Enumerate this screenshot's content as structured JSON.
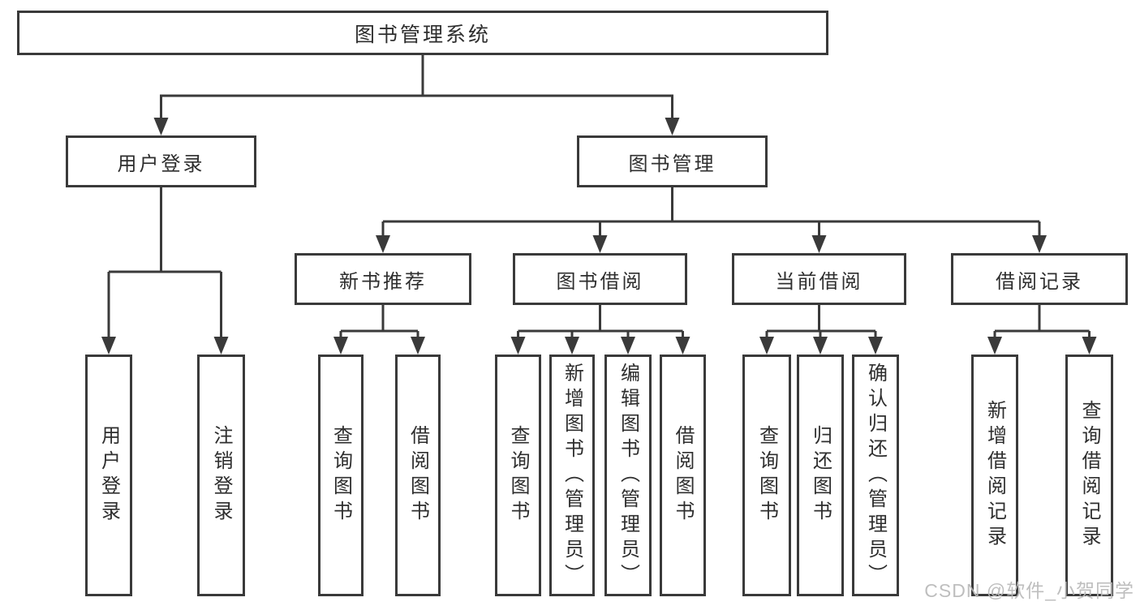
{
  "diagram": {
    "root": {
      "label": "图书管理系统"
    },
    "level2": [
      {
        "label": "用户登录"
      },
      {
        "label": "图书管理"
      }
    ],
    "level3": [
      {
        "label": "新书推荐"
      },
      {
        "label": "图书借阅"
      },
      {
        "label": "当前借阅"
      },
      {
        "label": "借阅记录"
      }
    ],
    "leaves": {
      "login": [
        {
          "label": "用户登录"
        },
        {
          "label": "注销登录"
        }
      ],
      "recommend": [
        {
          "label": "查询图书"
        },
        {
          "label": "借阅图书"
        }
      ],
      "borrow": [
        {
          "label": "查询图书"
        },
        {
          "label": "新增图书（管理员）"
        },
        {
          "label": "编辑图书（管理员）"
        },
        {
          "label": "借阅图书"
        }
      ],
      "current": [
        {
          "label": "查询图书"
        },
        {
          "label": "归还图书"
        },
        {
          "label": "确认归还（管理员）"
        }
      ],
      "records": [
        {
          "label": "新增借阅记录"
        },
        {
          "label": "查询借阅记录"
        }
      ]
    }
  },
  "watermark": {
    "text": "CSDN @软件_小贺同学"
  },
  "colors": {
    "line": "#3a3a3a",
    "box_border": "#3a3a3a",
    "text": "#2e2e2e",
    "watermark": "#b9b9b9",
    "background": "#ffffff"
  }
}
